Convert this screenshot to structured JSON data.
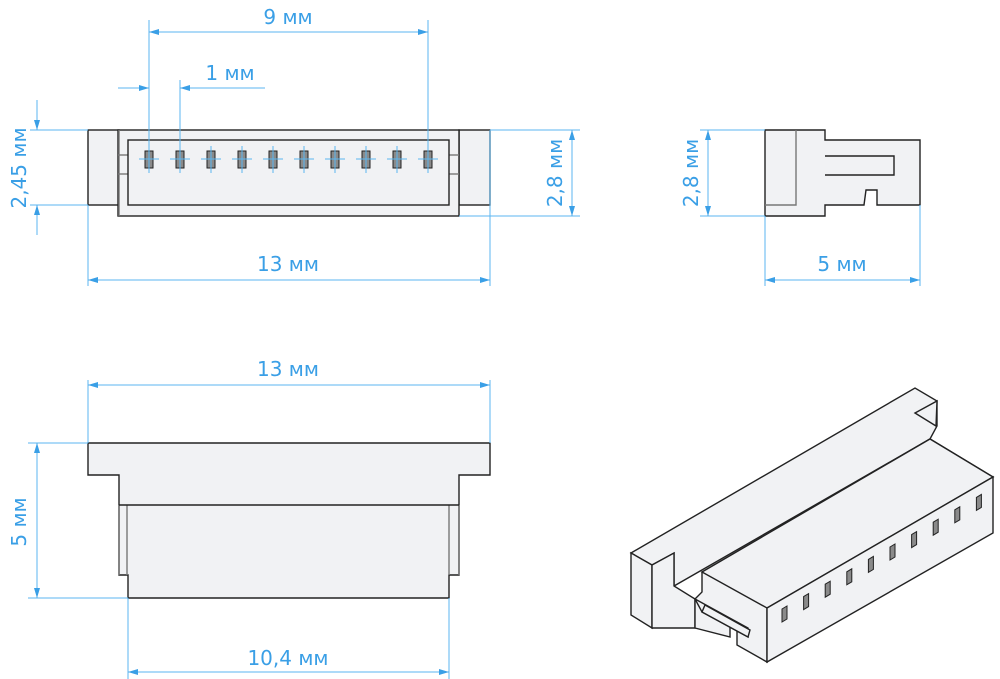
{
  "title": "Connector drawing, 10 pins",
  "dimensions": {
    "pitch_total": "9 мм",
    "pitch": "1 мм",
    "height_inner": "2,45 мм",
    "height_front": "2,8 мм",
    "width_front": "13 мм",
    "height_side": "2,8 мм",
    "depth_side": "5 мм",
    "width_bottom": "13 мм",
    "depth_bottom": "5 мм",
    "width_bottom_inner": "10,4 мм"
  },
  "pin_count": 10,
  "colors": {
    "dimension": "#3a9fe6",
    "body": "#f1f2f4",
    "outline": "#222222"
  }
}
